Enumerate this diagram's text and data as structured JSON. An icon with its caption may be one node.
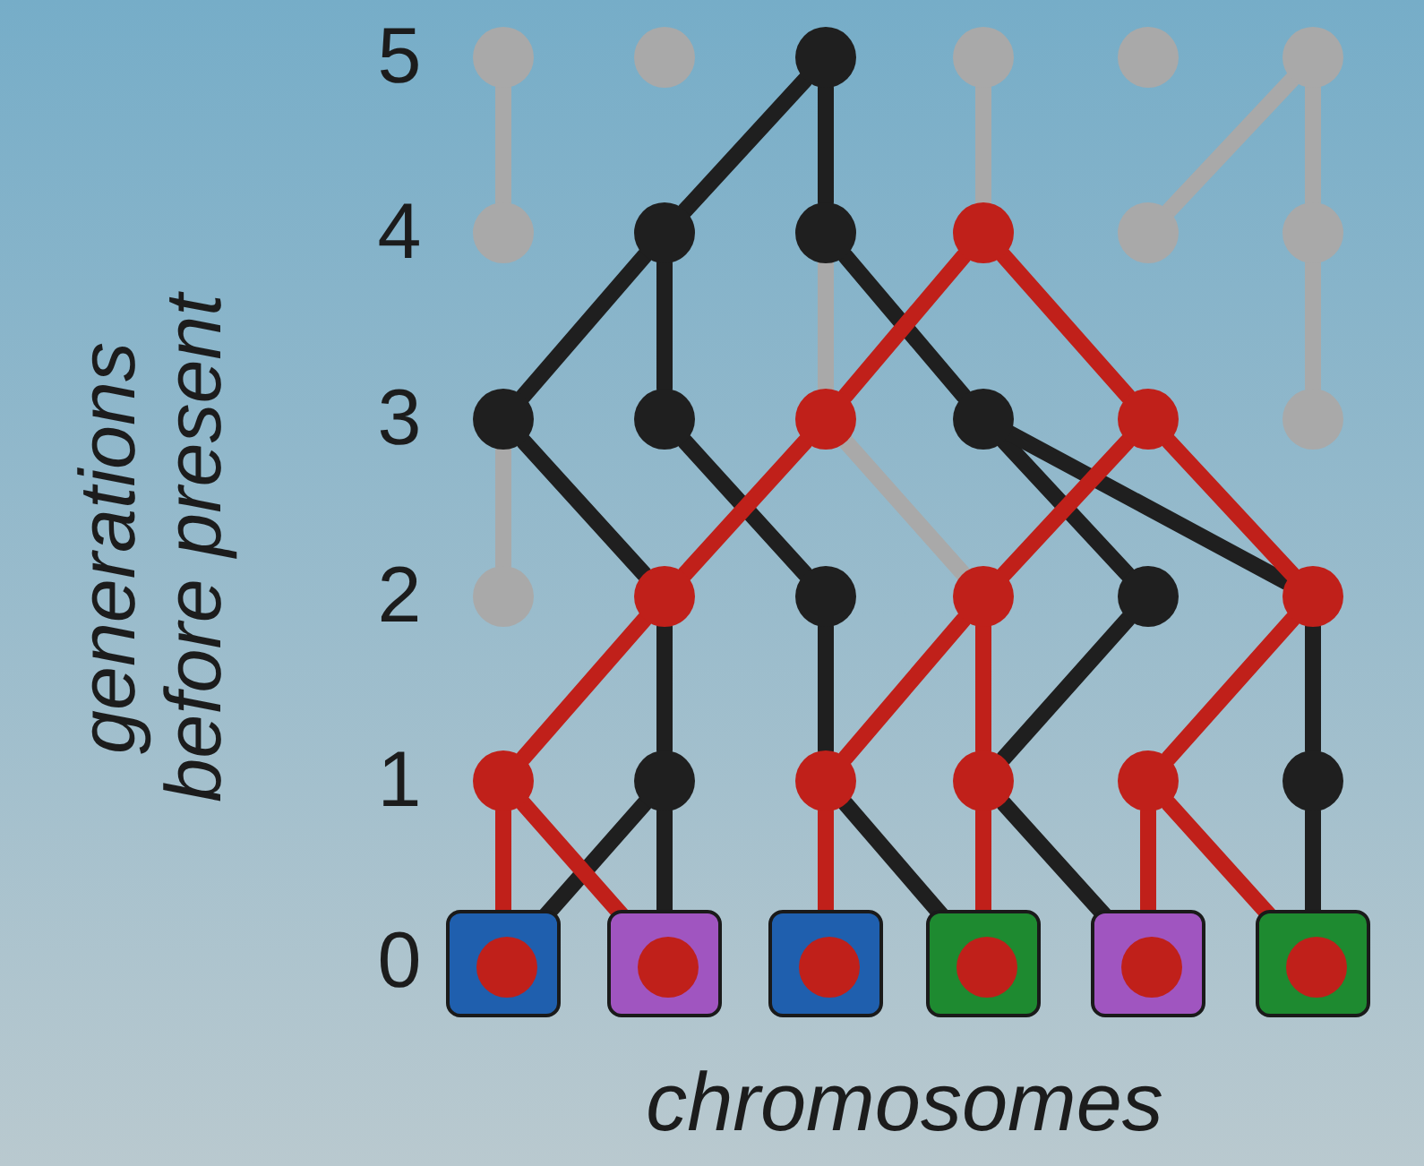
{
  "diagram": {
    "nodes": [
      {
        "text": [],
        "shape": "circle"
      },
      {
        "text": [],
        "shape": "circle"
      },
      {
        "text": [],
        "shape": "circle"
      },
      {
        "text": [],
        "shape": "circle"
      },
      {
        "text": [],
        "shape": "circle"
      },
      {
        "text": [],
        "shape": "circle"
      },
      {
        "text": [],
        "shape": "circle"
      },
      {
        "text": [],
        "shape": "circle"
      },
      {
        "text": [],
        "shape": "circle"
      },
      {
        "text": [],
        "shape": "circle"
      },
      {
        "text": [],
        "shape": "circle"
      },
      {
        "text": [],
        "shape": "circle"
      },
      {
        "text": [],
        "shape": "circle"
      },
      {
        "text": [],
        "shape": "circle"
      },
      {
        "text": [],
        "shape": "circle"
      },
      {
        "text": [],
        "shape": "circle"
      },
      {
        "text": [],
        "shape": "circle"
      },
      {
        "text": [],
        "shape": "circle"
      },
      {
        "text": [],
        "shape": "circle"
      },
      {
        "text": [],
        "shape": "circle"
      },
      {
        "text": [],
        "shape": "circle"
      },
      {
        "text": [],
        "shape": "circle"
      },
      {
        "text": [],
        "shape": "circle"
      },
      {
        "text": [],
        "shape": "circle"
      },
      {
        "text": [],
        "shape": "circle"
      },
      {
        "text": [],
        "shape": "circle"
      },
      {
        "text": [],
        "shape": "circle"
      },
      {
        "text": [],
        "shape": "circle"
      },
      {
        "text": [],
        "shape": "circle"
      },
      {
        "text": [],
        "shape": "circle"
      },
      {
        "text": [],
        "shape": "box"
      },
      {
        "text": [],
        "shape": "circle",
        "in": 30
      },
      {
        "text": [],
        "shape": "box"
      },
      {
        "text": [],
        "shape": "circle",
        "in": 32
      },
      {
        "text": [],
        "shape": "box"
      },
      {
        "text": [],
        "shape": "circle",
        "in": 34
      },
      {
        "text": [],
        "shape": "box"
      },
      {
        "text": [],
        "shape": "circle",
        "in": 36
      },
      {
        "text": [],
        "shape": "box"
      },
      {
        "text": [],
        "shape": "circle",
        "in": 38
      },
      {
        "text": [],
        "shape": "box"
      },
      {
        "text": [],
        "shape": "circle",
        "in": 40
      }
    ],
    "edges": [
      {
        "from": 6,
        "to": 0,
        "arrow": "none",
        "color": "#a9a9a9"
      },
      {
        "from": 9,
        "to": 3,
        "arrow": "none",
        "color": "#a9a9a9"
      },
      {
        "from": 10,
        "to": 5,
        "arrow": "none",
        "color": "#a9a9a9"
      },
      {
        "from": 11,
        "to": 5,
        "arrow": "none",
        "color": "#a9a9a9"
      },
      {
        "from": 17,
        "to": 11,
        "arrow": "none",
        "color": "#a9a9a9"
      },
      {
        "from": 18,
        "to": 12,
        "arrow": "none",
        "color": "#a9a9a9"
      },
      {
        "from": 14,
        "to": 8,
        "arrow": "none",
        "color": "#a9a9a9"
      },
      {
        "from": 21,
        "to": 14,
        "arrow": "none",
        "color": "#a9a9a9"
      },
      {
        "from": 7,
        "to": 2,
        "arrow": "none"
      },
      {
        "from": 8,
        "to": 2,
        "arrow": "none"
      },
      {
        "from": 12,
        "to": 7,
        "arrow": "none"
      },
      {
        "from": 13,
        "to": 7,
        "arrow": "none"
      },
      {
        "from": 15,
        "to": 8,
        "arrow": "none"
      },
      {
        "from": 19,
        "to": 12,
        "arrow": "none"
      },
      {
        "from": 20,
        "to": 13,
        "arrow": "none"
      },
      {
        "from": 22,
        "to": 15,
        "arrow": "none"
      },
      {
        "from": 23,
        "to": 15,
        "arrow": "none"
      },
      {
        "from": 25,
        "to": 19,
        "arrow": "none"
      },
      {
        "from": 26,
        "to": 20,
        "arrow": "none"
      },
      {
        "from": 27,
        "to": 22,
        "arrow": "none"
      },
      {
        "from": 29,
        "to": 23,
        "arrow": "none"
      },
      {
        "from": 31,
        "to": 25,
        "arrow": "none"
      },
      {
        "from": 33,
        "to": 25,
        "arrow": "none"
      },
      {
        "from": 37,
        "to": 26,
        "arrow": "none"
      },
      {
        "from": 39,
        "to": 27,
        "arrow": "none"
      },
      {
        "from": 41,
        "to": 29,
        "arrow": "none"
      },
      {
        "from": 14,
        "to": 9,
        "arrow": "none",
        "color": "#c0201a"
      },
      {
        "from": 16,
        "to": 9,
        "arrow": "none",
        "color": "#c0201a"
      },
      {
        "from": 19,
        "to": 14,
        "arrow": "none",
        "color": "#c0201a"
      },
      {
        "from": 21,
        "to": 16,
        "arrow": "none",
        "color": "#c0201a"
      },
      {
        "from": 23,
        "to": 16,
        "arrow": "none",
        "color": "#c0201a"
      },
      {
        "from": 24,
        "to": 19,
        "arrow": "none",
        "color": "#c0201a"
      },
      {
        "from": 26,
        "to": 21,
        "arrow": "none",
        "color": "#c0201a"
      },
      {
        "from": 27,
        "to": 21,
        "arrow": "none",
        "color": "#c0201a"
      },
      {
        "from": 28,
        "to": 23,
        "arrow": "none",
        "color": "#c0201a"
      },
      {
        "from": 31,
        "to": 24,
        "arrow": "none",
        "color": "#c0201a"
      },
      {
        "from": 33,
        "to": 24,
        "arrow": "none",
        "color": "#c0201a"
      },
      {
        "from": 35,
        "to": 26,
        "arrow": "none",
        "color": "#c0201a"
      },
      {
        "from": 37,
        "to": 27,
        "arrow": "none",
        "color": "#c0201a"
      },
      {
        "from": 39,
        "to": 28,
        "arrow": "none",
        "color": "#c0201a"
      },
      {
        "from": 41,
        "to": 28,
        "arrow": "none",
        "color": "#c0201a"
      }
    ],
    "labels": [
      "5",
      "4",
      "3",
      "2",
      "1",
      "0",
      "generations before present",
      "chromosomes"
    ]
  }
}
